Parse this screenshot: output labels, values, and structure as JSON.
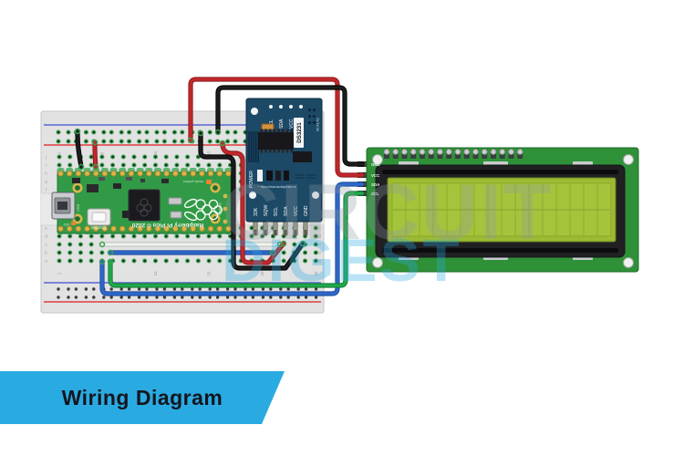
{
  "banner": {
    "label": "Wiring Diagram",
    "background": "#29abe2",
    "text_color": "#15151e"
  },
  "watermark": {
    "line1": "CIRCUIT",
    "line2": "DIGEST",
    "color1": "#8a98a3",
    "color2": "#29abe2"
  },
  "breadboard": {
    "row_letters": [
      "j",
      "i",
      "h",
      "g",
      "f",
      "e",
      "d",
      "c",
      "b",
      "a"
    ],
    "column_numbers": [
      "1",
      "5",
      "10",
      "15",
      "20",
      "25"
    ]
  },
  "pico": {
    "board_title": "Raspberry Pi Pico © 2020",
    "button_label": "Bootsel",
    "usb_label": "USB",
    "led_label": "LED",
    "debug_label": "DEBUG",
    "maker_label": "studio pieters"
  },
  "ds3231": {
    "chip_label": "DS3231",
    "power_label": "POWER",
    "url_label": "+ https://www.studiopieters.nl",
    "addr_label": "A0 A1 A2",
    "top_pins": [
      "SCL",
      "SDA",
      "VCC",
      "GND"
    ],
    "bottom_pins": [
      "32K",
      "SQW",
      "SCL",
      "SDA",
      "VCC",
      "GND"
    ]
  },
  "lcd": {
    "pin_labels": [
      "GND",
      "VCC",
      "SDA",
      "SCL"
    ]
  },
  "colors": {
    "wire_red": "#c1272d",
    "wire_black": "#1d1d1f",
    "wire_blue": "#2e68c8",
    "wire_green": "#1fa94a",
    "wire_white": "#eef2ee"
  }
}
